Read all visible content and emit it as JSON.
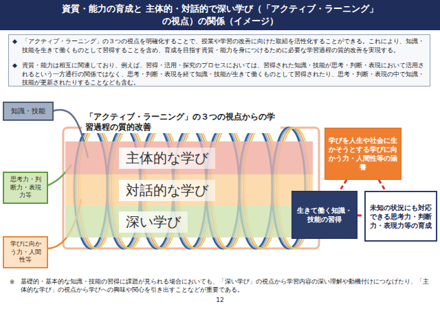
{
  "diagram": {
    "title": "資質・能力の育成と 主体的・対話的で深い学び（「アクティブ・ラーニング」の視点）の関係（イメージ）",
    "nodes": [
      {
        "text": [
          "知識・技能"
        ]
      },
      {
        "text": [
          "思考力・判断力・表現力等"
        ]
      },
      {
        "text": [
          "学びに向かう力・人間性等"
        ]
      },
      {
        "text": [
          "主体的な学び"
        ]
      },
      {
        "text": [
          "対話的な学び"
        ]
      },
      {
        "text": [
          "深い学び"
        ]
      },
      {
        "text": [
          "学びを人生や社会に生かそうとする学びに向かう力・人間性等の涵養"
        ]
      },
      {
        "text": [
          "生きて働く知識・技能の習得"
        ]
      },
      {
        "text": [
          "未知の状況にも対応できる思考力・判断力・表現力等の育成"
        ]
      }
    ],
    "edges": [
      {
        "from": 6,
        "to": 7,
        "arrow": "none"
      },
      {
        "from": 6,
        "to": 8,
        "arrow": "none"
      },
      {
        "from": 7,
        "to": 8,
        "arrow": "none"
      }
    ],
    "labels": [
      "◆",
      "「アクティブ・ラーニング」の３つの視点を明確化することで、授業や学習の改善に向けた取組を活性化することができる。これにより、知識・技能を生きて働くものとして習得することを含め、育成を目指す資質・能力を身につけるために必要な学習過程の質的改善を実現する。",
      "◆",
      "資質・能力は相互に関連しており、例えば、習得・活用・探究のプロセスにおいては、習得された知識・技能が思考・判断・表現において活用されるという一方通行の関係ではなく、思考・判断・表現を経て知識・技能が生きて働くものとして習得されたり、思考・判断・表現の中で知識・技能が更新されたりすることなども含む。",
      "「アクティブ・ラーニング」の３つの視点からの学習過程の質的改善",
      "※",
      "基礎的・基本的な知識・技能の習得に課題が見られる場合においても、「深い学び」の視点から学習内容の深い理解や動機付けにつなげたり、「主体的な学び」の視点から学びへの興味や関心を引き出すことなどが重要である。",
      "12"
    ]
  }
}
